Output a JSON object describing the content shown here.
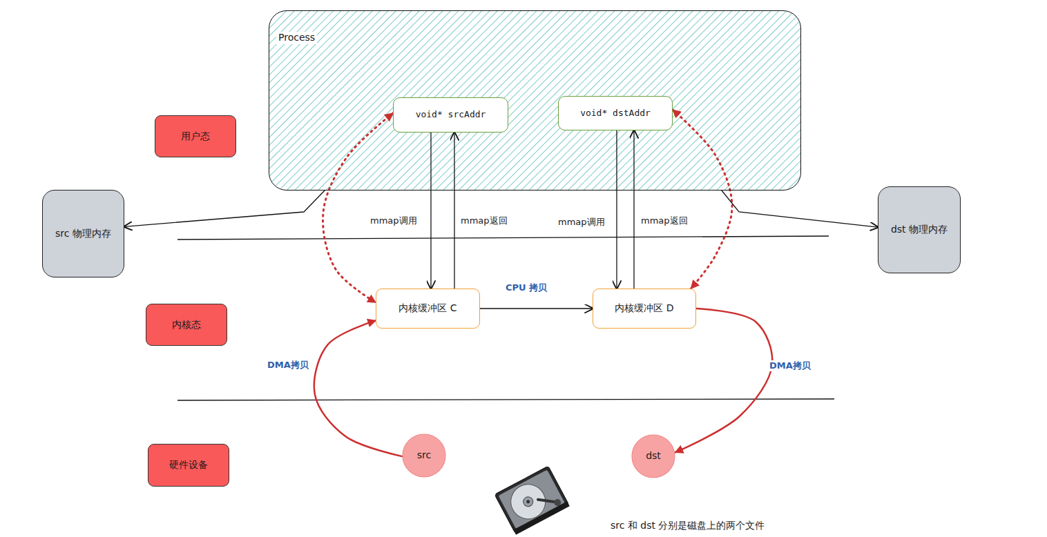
{
  "diagram": {
    "nodes": [
      {
        "text": [
          "Process"
        ]
      },
      {
        "text": [
          "void* srcAddr"
        ],
        "in": 0
      },
      {
        "text": [
          "void* dstAddr"
        ],
        "in": 0
      },
      {
        "text": [
          "用户态"
        ]
      },
      {
        "text": [
          "src 物理内存"
        ]
      },
      {
        "text": [
          "dst 物理内存"
        ]
      },
      {
        "text": [
          "内核态"
        ]
      },
      {
        "text": [
          "内核缓冲区 C"
        ]
      },
      {
        "text": [
          "内核缓冲区 D"
        ]
      },
      {
        "text": [
          "硬件设备"
        ]
      },
      {
        "text": [
          "src"
        ]
      },
      {
        "text": [
          "dst"
        ]
      }
    ],
    "edges": [
      {
        "from": 1,
        "to": 7,
        "label": "mmap调用",
        "arrow": "to"
      },
      {
        "from": 7,
        "to": 1,
        "label": "mmap返回",
        "arrow": "to"
      },
      {
        "from": 2,
        "to": 8,
        "label": "mmap调用",
        "arrow": "to"
      },
      {
        "from": 8,
        "to": 2,
        "label": "mmap返回",
        "arrow": "to"
      },
      {
        "from": 1,
        "to": 7,
        "arrow": "both"
      },
      {
        "from": 2,
        "to": 8,
        "arrow": "both"
      },
      {
        "from": 0,
        "to": 4,
        "arrow": "to"
      },
      {
        "from": 0,
        "to": 5,
        "arrow": "to"
      },
      {
        "from": 7,
        "to": 8,
        "label": "CPU 拷贝",
        "arrow": "to"
      },
      {
        "from": 10,
        "to": 7,
        "label": "DMA拷贝",
        "arrow": "to"
      },
      {
        "from": 8,
        "to": 11,
        "label": "DMA拷贝",
        "arrow": "to"
      }
    ],
    "labels": [
      "src 和 dst 分别是磁盘上的两个文件"
    ]
  }
}
